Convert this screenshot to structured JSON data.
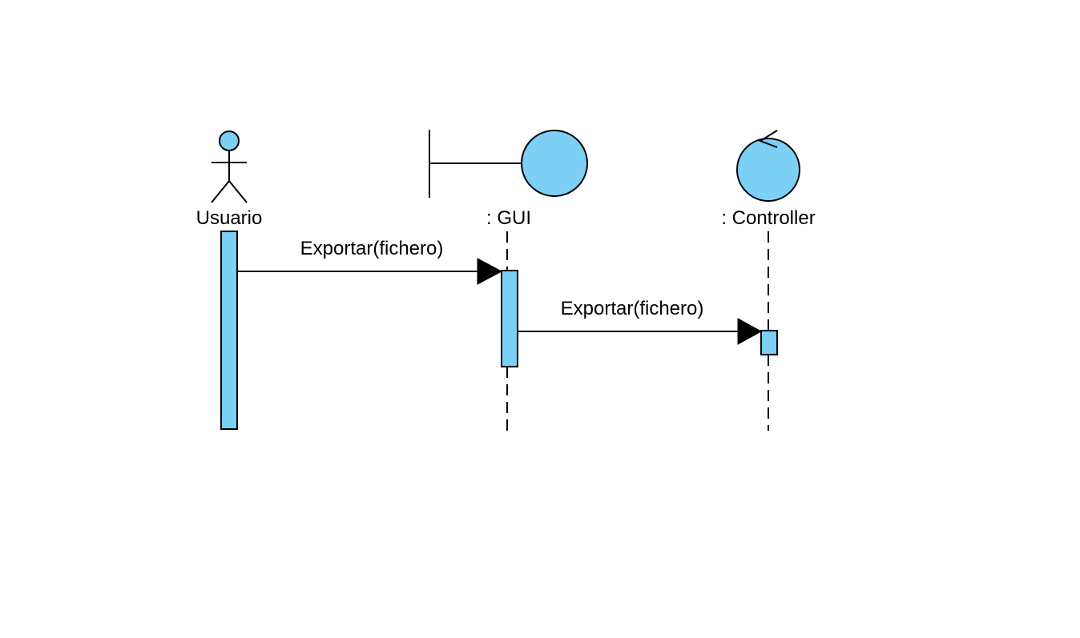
{
  "diagram": {
    "type": "sequence",
    "colors": {
      "fill": "#7ccff5",
      "stroke": "#000000"
    },
    "participants": [
      {
        "kind": "actor",
        "icon": "actor-icon",
        "label": "Usuario"
      },
      {
        "kind": "boundary",
        "icon": "boundary-icon",
        "label": ": GUI"
      },
      {
        "kind": "control",
        "icon": "control-icon",
        "label": ": Controller"
      }
    ],
    "messages": [
      {
        "from": "Usuario",
        "to": ": GUI",
        "label": "Exportar(fichero)"
      },
      {
        "from": ": GUI",
        "to": ": Controller",
        "label": "Exportar(fichero)"
      }
    ]
  }
}
